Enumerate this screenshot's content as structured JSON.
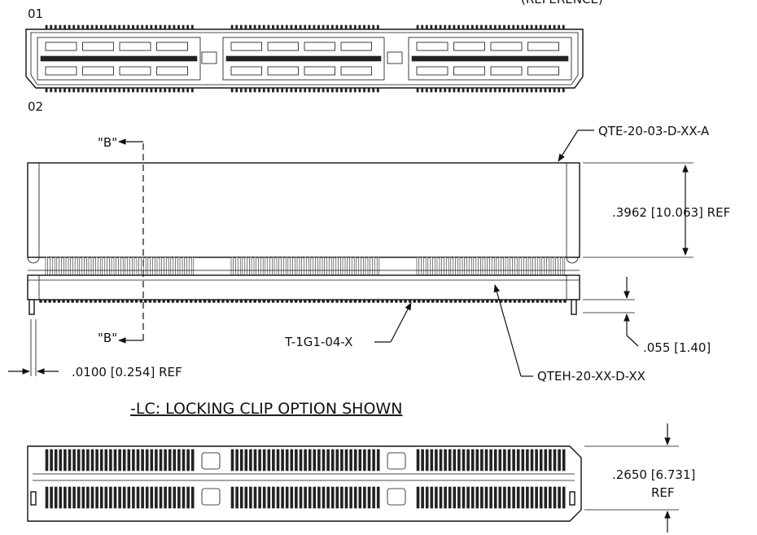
{
  "labels": {
    "top_partial": "(REFERENCE)",
    "pin01": "01",
    "pin02": "02",
    "section_b_top": "\"B\"",
    "section_b_bottom": "\"B\"",
    "part_top": "QTE-20-03-D-XX-A",
    "part_middle": "T-1G1-04-X",
    "part_bottom": "QTEH-20-XX-D-XX",
    "dim_height": ".3962 [10.063] REF",
    "dim_offset": ".055 [1.40]",
    "dim_pin": ".0100 [0.254] REF",
    "option_title": "-LC: LOCKING CLIP OPTION SHOWN",
    "dim_width": ".2650 [6.731]",
    "dim_width_ref": "REF"
  }
}
